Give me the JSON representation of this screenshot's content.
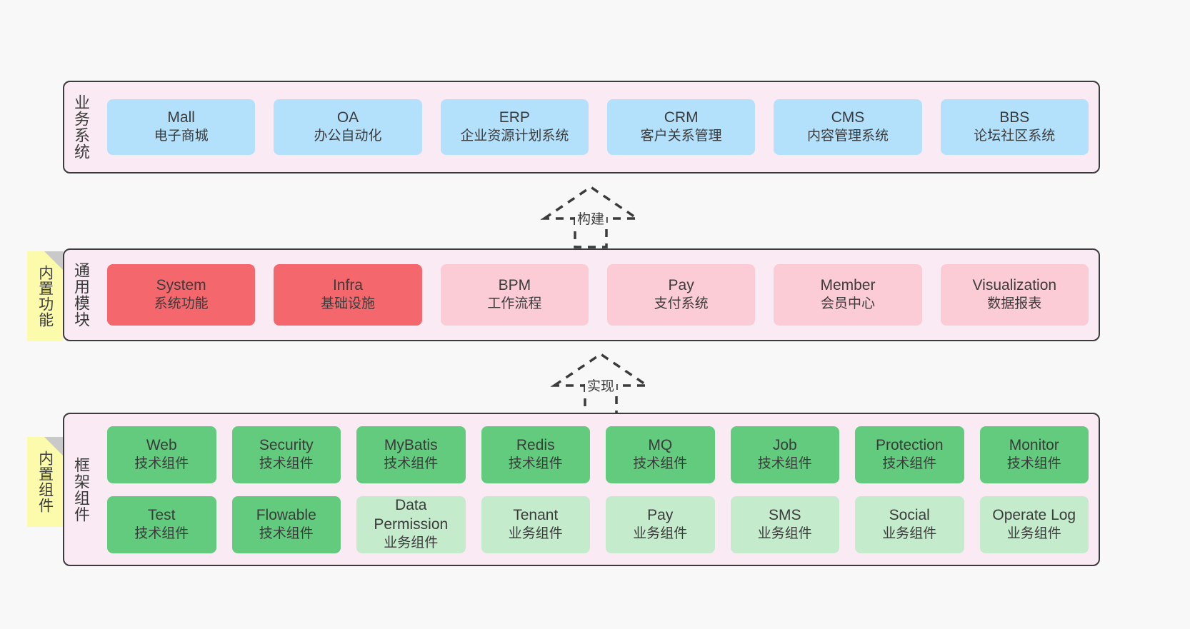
{
  "diagram": {
    "background_color": "#f8f8f8",
    "panel_color": "#f9eaf3",
    "panel_border_color": "#3b3b3b",
    "note_color": "#fbfbab",
    "colors": {
      "business": "#b3e0fb",
      "module_active": "#f4686d",
      "module_plan": "#fbccd5",
      "component_tech": "#63cb7e",
      "component_biz": "#c5ebcd"
    }
  },
  "layers": {
    "business": {
      "title": "业务系统",
      "cards": [
        {
          "en": "Mall",
          "cn": "电子商城",
          "style": "blue"
        },
        {
          "en": "OA",
          "cn": "办公自动化",
          "style": "blue"
        },
        {
          "en": "ERP",
          "cn": "企业资源计划系统",
          "style": "blue"
        },
        {
          "en": "CRM",
          "cn": "客户关系管理",
          "style": "blue"
        },
        {
          "en": "CMS",
          "cn": "内容管理系统",
          "style": "blue"
        },
        {
          "en": "BBS",
          "cn": "论坛社区系统",
          "style": "blue"
        }
      ]
    },
    "modules": {
      "title": "通用模块",
      "note": "内置功能",
      "cards": [
        {
          "en": "System",
          "cn": "系统功能",
          "style": "red"
        },
        {
          "en": "Infra",
          "cn": "基础设施",
          "style": "red"
        },
        {
          "en": "BPM",
          "cn": "工作流程",
          "style": "pink"
        },
        {
          "en": "Pay",
          "cn": "支付系统",
          "style": "pink"
        },
        {
          "en": "Member",
          "cn": "会员中心",
          "style": "pink"
        },
        {
          "en": "Visualization",
          "cn": "数据报表",
          "style": "pink"
        }
      ]
    },
    "framework": {
      "title": "框架组件",
      "note": "内置组件",
      "row1": [
        {
          "en": "Web",
          "cn": "技术组件",
          "style": "green"
        },
        {
          "en": "Security",
          "cn": "技术组件",
          "style": "green"
        },
        {
          "en": "MyBatis",
          "cn": "技术组件",
          "style": "green"
        },
        {
          "en": "Redis",
          "cn": "技术组件",
          "style": "green"
        },
        {
          "en": "MQ",
          "cn": "技术组件",
          "style": "green"
        },
        {
          "en": "Job",
          "cn": "技术组件",
          "style": "green"
        },
        {
          "en": "Protection",
          "cn": "技术组件",
          "style": "green"
        },
        {
          "en": "Monitor",
          "cn": "技术组件",
          "style": "green"
        }
      ],
      "row2": [
        {
          "en": "Test",
          "cn": "技术组件",
          "style": "green"
        },
        {
          "en": "Flowable",
          "cn": "技术组件",
          "style": "green"
        },
        {
          "en": "Data Permission",
          "cn": "业务组件",
          "style": "mint"
        },
        {
          "en": "Tenant",
          "cn": "业务组件",
          "style": "mint"
        },
        {
          "en": "Pay",
          "cn": "业务组件",
          "style": "mint"
        },
        {
          "en": "SMS",
          "cn": "业务组件",
          "style": "mint"
        },
        {
          "en": "Social",
          "cn": "业务组件",
          "style": "mint"
        },
        {
          "en": "Operate Log",
          "cn": "业务组件",
          "style": "mint"
        }
      ]
    }
  },
  "connectors": [
    {
      "label": "构建",
      "from": "通用模块",
      "to": "业务系统"
    },
    {
      "label": "实现",
      "from": "框架组件",
      "to": "通用模块"
    }
  ]
}
